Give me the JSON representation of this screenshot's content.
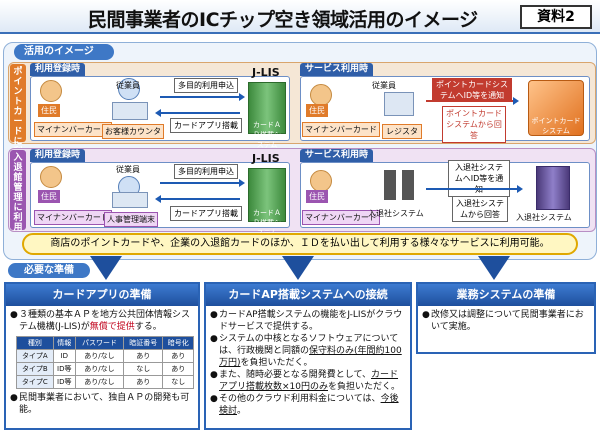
{
  "header": {
    "title": "民間事業者のICチップ空き領域活用のイメージ",
    "badge": "資料2"
  },
  "usage_section": {
    "label": "活用のイメージ",
    "top_band": {
      "side_tag": "ポイントカードに利用",
      "tab_reg": "利用登録時",
      "tab_svc": "サービス利用時",
      "employee": "従業員",
      "resident": "住民",
      "card": "マイナンバーカード",
      "counter": "お客様カウンタ",
      "apply_label": "多目的利用申込",
      "card_app_label": "カードアプリ搭載",
      "jlis": "J-LIS",
      "server_label": "カードＡＰ搭載システム",
      "svc_employee": "従業員",
      "svc_resident": "住民",
      "svc_card": "マイナンバーカード",
      "register": "レジスタ",
      "notify": "ポイントカードシステムへID等を通知",
      "reply": "ポイントカードシステムから回答",
      "target_system": "ポイントカードシステム"
    },
    "bottom_band": {
      "side_tag": "入退館管理に利用",
      "tab_reg": "利用登録時",
      "tab_svc": "サービス利用時",
      "employee": "従業員",
      "resident": "住民",
      "card": "マイナンバーカード",
      "terminal": "人事管理端末",
      "apply_label": "多目的利用申込",
      "card_app_label": "カードアプリ搭載",
      "jlis": "J-LIS",
      "server_label": "カードＡＰ搭載システム",
      "svc_resident": "住民",
      "svc_card": "マイナンバーカード",
      "gate": "入退社システム",
      "notify": "入退社システムへID等を通知",
      "reply": "入退社システムから回答",
      "target_system": "入退社システム"
    },
    "summary": "商店のポイントカードや、企業の入退館カードのほか、ＩＤを払い出して利用する様々なサービスに利用可能。"
  },
  "prep_section": {
    "label": "必要な準備",
    "columns": [
      {
        "title": "カードアプリの準備",
        "bullet1_pre": "３種類の基本ＡＰを地方公共団体情報システム機構(J-LIS)が",
        "bullet1_red": "無償で提供",
        "bullet1_post": "する。",
        "table_headers": [
          "種別",
          "情報",
          "パスワード",
          "暗証番号",
          "暗号化"
        ],
        "table_rows": [
          [
            "タイプA",
            "ID",
            "あり/なし",
            "あり",
            "あり"
          ],
          [
            "タイプB",
            "ID等",
            "あり/なし",
            "なし",
            "あり"
          ],
          [
            "タイプC",
            "ID等",
            "あり/なし",
            "あり",
            "なし"
          ]
        ],
        "bullet2": "民間事業者において、独自ＡＰの開発も可能。"
      },
      {
        "title": "カードAP搭載システムへの接続",
        "b1": "カードAP搭載システムの機能をJ-LISがクラウドサービスで提供する。",
        "b2_pre": "システムの中核となるソフトウェアについては、行政機関と同額の",
        "b2_ul": "保守料のみ(年間約100万円)",
        "b2_post": "を負担いただく。",
        "b3_pre": "また、随時必要となる開発費として、",
        "b3_ul": "カードアプリ搭載枚数×10円のみ",
        "b3_post": "を負担いただく。",
        "b4_pre": "その他のクラウド利用料金については、",
        "b4_ul": "今後検討",
        "b4_post": "。"
      },
      {
        "title": "業務システムの準備",
        "b1": "改修又は調整について民間事業者において実施。"
      }
    ]
  },
  "colors": {
    "accent": "#1e4f9d",
    "band_top": "#f5e7d6",
    "band_bottom": "#f0e2f3",
    "summary_border": "#e0a800"
  }
}
